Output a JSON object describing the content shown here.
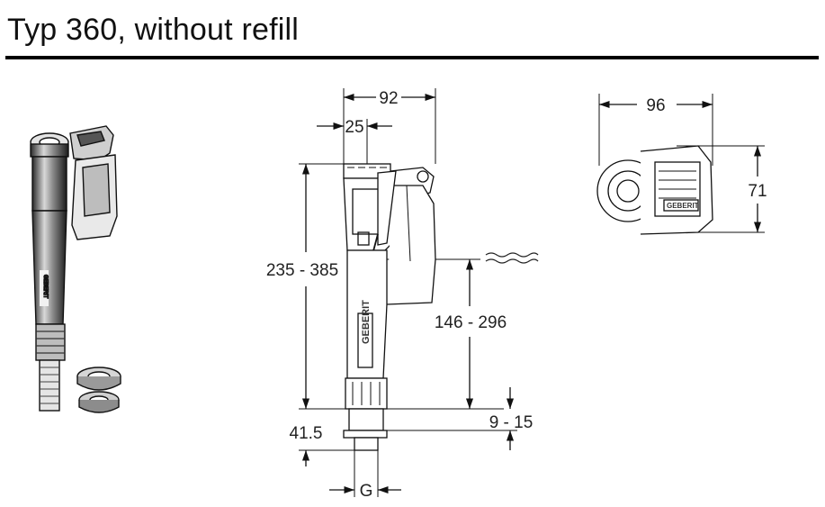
{
  "page": {
    "title": "Typ 360, without refill"
  },
  "dimensions": {
    "width_top": "92",
    "offset_top": "25",
    "height_range": "235 - 385",
    "water_level_range": "146 - 296",
    "thread_length": "41.5",
    "protrusion_range": "9 - 15",
    "thread_label": "G",
    "top_view_width": "96",
    "top_view_depth": "71"
  },
  "brand": {
    "logo_text": "GEBERIT"
  },
  "icons": {
    "water_surface": "wavy-water-icon"
  }
}
